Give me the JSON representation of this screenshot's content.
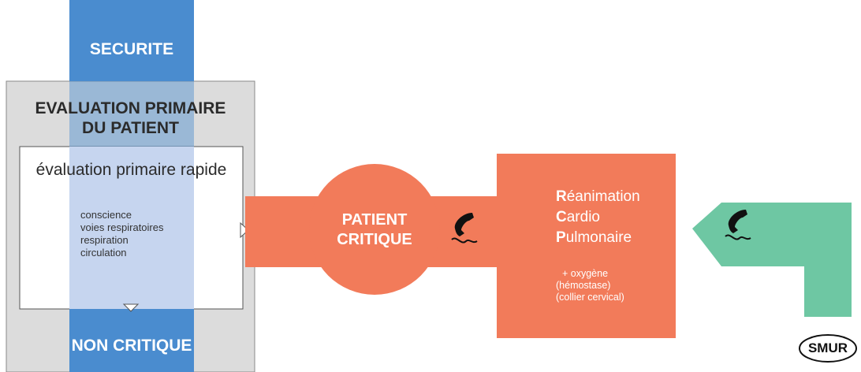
{
  "colors": {
    "blue": "#4a8ccf",
    "light_blue": "#c6d5ef",
    "gray_panel": "#dcdcdc",
    "orange": "#f27b5a",
    "green": "#6ec7a3"
  },
  "securite": "SECURITE",
  "evaluation": {
    "title_line1": "EVALUATION PRIMAIRE",
    "title_line2": "DU PATIENT",
    "rapide": "évaluation primaire rapide",
    "items": [
      "conscience",
      "voies respiratoires",
      "respiration",
      "circulation"
    ]
  },
  "non_critique": "NON CRITIQUE",
  "patient_critique": {
    "line1": "PATIENT",
    "line2": "CRITIQUE"
  },
  "rcp": {
    "line1_initial": "R",
    "line1_rest": "éanimation",
    "line2_initial": "C",
    "line2_rest": "ardio",
    "line3_initial": "P",
    "line3_rest": "ulmonaire",
    "extras": [
      "+ oxygène",
      "(hémostase)",
      "(collier cervical)"
    ]
  },
  "smur": "SMUR",
  "icons": [
    "phone-icon",
    "phone-icon"
  ]
}
